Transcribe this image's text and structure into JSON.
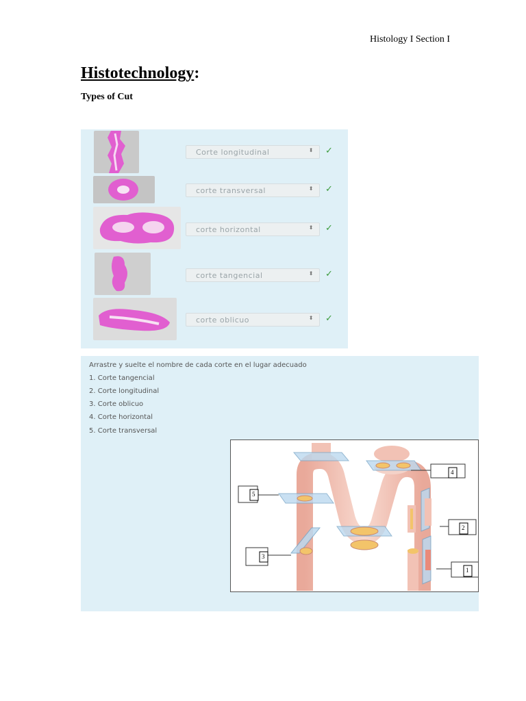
{
  "header": {
    "section": "Histology I Section I"
  },
  "title": {
    "main": "Histotechnology",
    "colon": ":"
  },
  "subtitle": "Types of Cut",
  "cut_types": [
    {
      "option": "Corte longitudinal",
      "status_icon": "check-icon"
    },
    {
      "option": "corte transversal",
      "status_icon": "check-icon"
    },
    {
      "option": "corte horizontal",
      "status_icon": "check-icon"
    },
    {
      "option": "corte tangencial",
      "status_icon": "check-icon"
    },
    {
      "option": "corte oblicuo",
      "status_icon": "check-icon"
    }
  ],
  "select_arrow": "⬍",
  "check_mark": "✓",
  "exercise": {
    "instruction": "Arrastre y suelte el nombre de cada corte en el lugar adecuado",
    "items": [
      "1. Corte tangencial",
      "2. Corte longitudinal",
      "3. Corte oblicuo",
      "4. Corte horizontal",
      "5. Corte transversal"
    ],
    "diagram_labels": {
      "l5": "5",
      "l4": "4",
      "l3": "3",
      "l2": "2",
      "l1": "1"
    }
  },
  "colors": {
    "panel_bg": "#dff0f7",
    "stain": "#e15fd0",
    "check": "#3c9b3c",
    "tube": "#f2c2b5",
    "lumen": "#f3c46a"
  }
}
